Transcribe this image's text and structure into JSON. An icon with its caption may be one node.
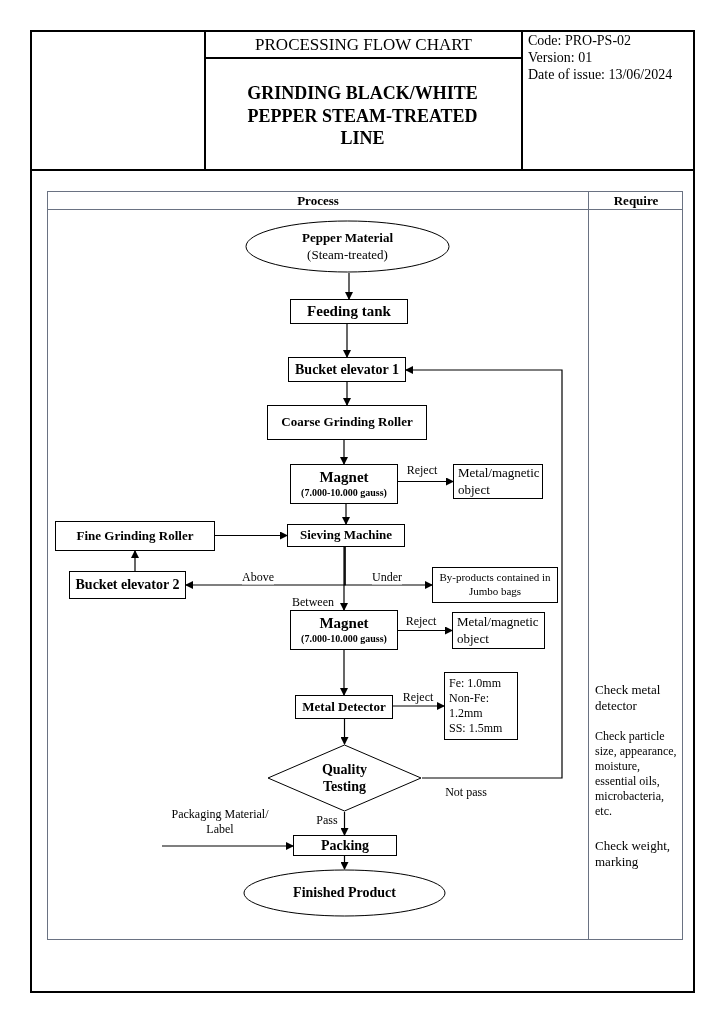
{
  "diagram": {
    "nodes": [
      {
        "text": [
          "Pepper Material",
          "(Steam-treated)"
        ]
      },
      {
        "text": [
          "Feeding tank"
        ]
      },
      {
        "text": [
          "Bucket elevator 1"
        ]
      },
      {
        "text": [
          "Coarse Grinding Roller"
        ]
      },
      {
        "text": [
          "Magnet",
          "(7.000-10.000 gauss)"
        ]
      },
      {
        "text": [
          "Metal/magnetic object"
        ]
      },
      {
        "text": [
          "Fine Grinding Roller"
        ]
      },
      {
        "text": [
          "Sieving Machine"
        ]
      },
      {
        "text": [
          "Bucket elevator 2"
        ]
      },
      {
        "text": [
          "By-products contained in Jumbo bags"
        ]
      },
      {
        "text": [
          "Magnet",
          "(7.000-10.000 gauss)"
        ]
      },
      {
        "text": [
          "Metal/magnetic object"
        ]
      },
      {
        "text": [
          "Metal Detector"
        ]
      },
      {
        "text": [
          "Fe: 1.0mm",
          "Non-Fe: 1.2mm",
          "SS: 1.5mm"
        ]
      },
      {
        "text": [
          "Quality Testing"
        ]
      },
      {
        "text": [
          "Packing"
        ]
      },
      {
        "text": [
          "Finished Product"
        ]
      }
    ],
    "edges": [
      {
        "from": 0,
        "to": 1,
        "arrow": "to"
      },
      {
        "from": 1,
        "to": 2,
        "arrow": "to"
      },
      {
        "from": 2,
        "to": 3,
        "arrow": "to"
      },
      {
        "from": 3,
        "to": 4,
        "arrow": "to"
      },
      {
        "from": 4,
        "to": 5,
        "arrow": "to",
        "label": "Reject"
      },
      {
        "from": 4,
        "to": 7,
        "arrow": "to"
      },
      {
        "from": 6,
        "to": 7,
        "arrow": "to"
      },
      {
        "from": 8,
        "to": 6,
        "arrow": "to"
      },
      {
        "from": 7,
        "to": 8,
        "arrow": "to",
        "label": "Above"
      },
      {
        "from": 7,
        "to": 9,
        "arrow": "to",
        "label": "Under"
      },
      {
        "from": 7,
        "to": 10,
        "arrow": "to",
        "label": "Between"
      },
      {
        "from": 10,
        "to": 11,
        "arrow": "to",
        "label": "Reject"
      },
      {
        "from": 10,
        "to": 12,
        "arrow": "to"
      },
      {
        "from": 12,
        "to": 13,
        "arrow": "to",
        "label": "Reject"
      },
      {
        "from": 12,
        "to": 14,
        "arrow": "to"
      },
      {
        "from": 14,
        "to": 2,
        "arrow": "to",
        "label": "Not pass"
      },
      {
        "from": 14,
        "to": 15,
        "arrow": "to",
        "label": "Pass"
      },
      {
        "from": null,
        "to": 15,
        "arrow": "to",
        "label": "Packaging Material/ Label"
      },
      {
        "from": 15,
        "to": 16,
        "arrow": "to"
      }
    ],
    "labels": [
      "PROCESSING FLOW CHART",
      "GRINDING BLACK/WHITE PEPPER STEAM-TREATED LINE",
      "Code: PRO-PS-02",
      "Version: 01",
      "Date of issue: 13/06/2024",
      "Process",
      "Require",
      "Check metal detector",
      "Check particle size, appearance, moisture, essential oils, microbacteria, etc.",
      "Check weight, marking"
    ]
  }
}
